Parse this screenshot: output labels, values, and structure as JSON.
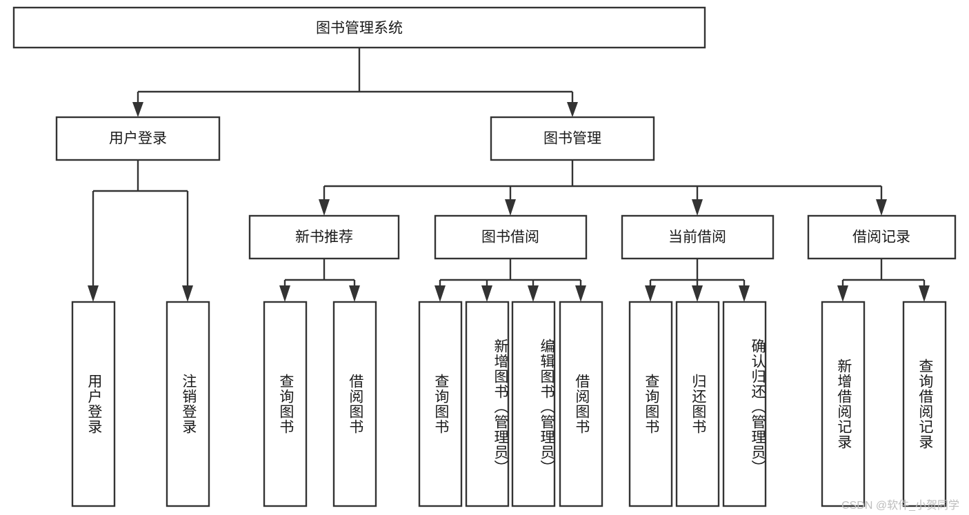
{
  "diagram": {
    "type": "tree-hierarchy",
    "title": "图书管理系统",
    "watermark": "CSDN @软件_小贺同学",
    "colors": {
      "box_stroke": "#333333",
      "box_fill": "#ffffff",
      "text": "#1a1a1a",
      "watermark": "#bdbdbd",
      "background": "#ffffff"
    },
    "levels": {
      "root": {
        "label": "图书管理系统"
      },
      "level2": [
        {
          "label": "用户登录"
        },
        {
          "label": "图书管理"
        }
      ],
      "level3": [
        {
          "label": "新书推荐"
        },
        {
          "label": "图书借阅"
        },
        {
          "label": "当前借阅"
        },
        {
          "label": "借阅记录"
        }
      ],
      "leaves": {
        "user_login": [
          {
            "label": "用户登录"
          },
          {
            "label": "注销登录"
          }
        ],
        "new_book_recommend": [
          {
            "label": "查询图书"
          },
          {
            "label": "借阅图书"
          }
        ],
        "book_borrow": [
          {
            "label": "查询图书"
          },
          {
            "label": "新增图书（管理员）"
          },
          {
            "label": "编辑图书（管理员）"
          },
          {
            "label": "借阅图书"
          }
        ],
        "current_borrow": [
          {
            "label": "查询图书"
          },
          {
            "label": "归还图书"
          },
          {
            "label": "确认归还（管理员）"
          }
        ],
        "borrow_record": [
          {
            "label": "新增借阅记录"
          },
          {
            "label": "查询借阅记录"
          }
        ]
      }
    }
  }
}
